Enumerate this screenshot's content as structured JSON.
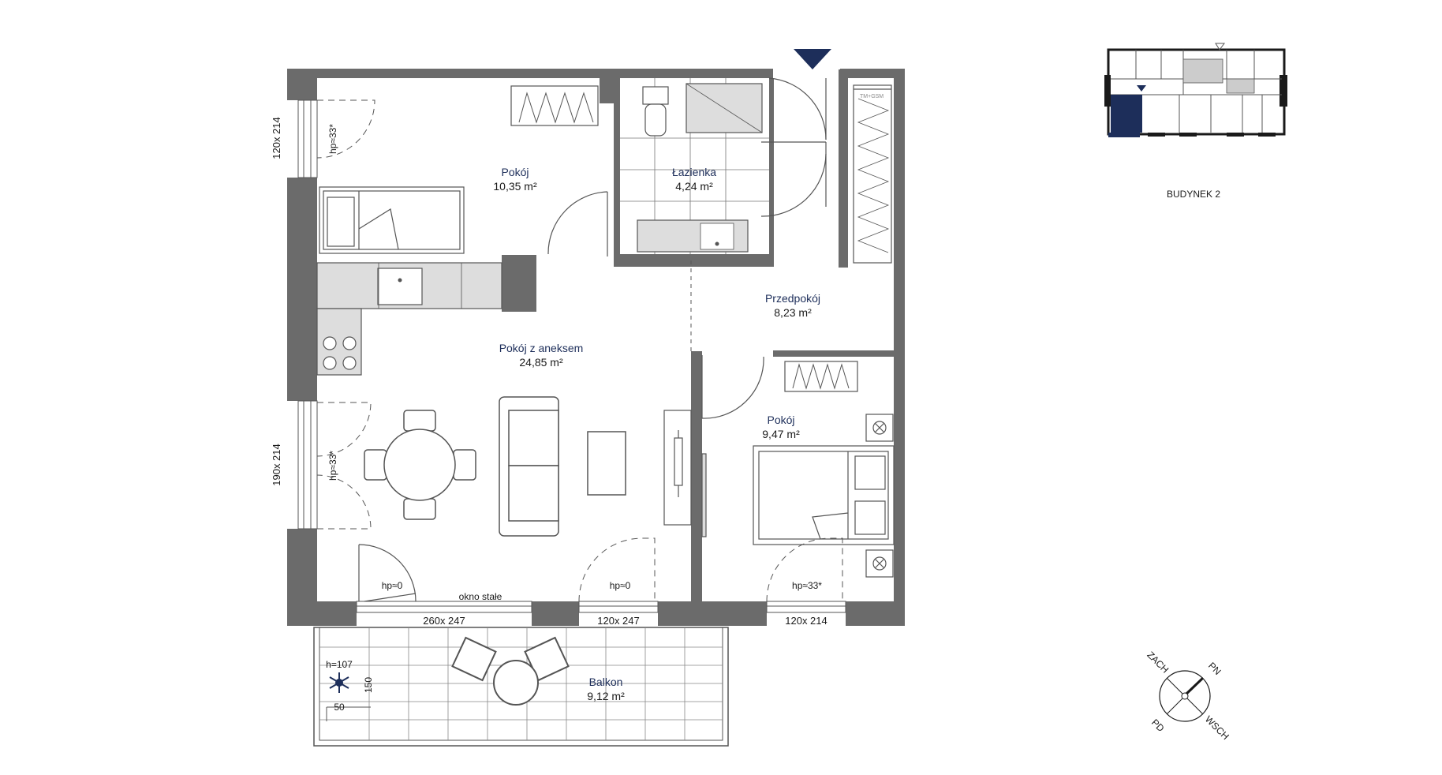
{
  "colors": {
    "wall": "#6b6b6b",
    "marker": "#1d2e5a",
    "room_label": "#1d2e5a",
    "furniture": "#555555",
    "highlight": "#1d2e5a"
  },
  "rooms": {
    "pokoj1": {
      "name": "Pokój",
      "area": "10,35 m²"
    },
    "lazienka": {
      "name": "Łazienka",
      "area": "4,24 m²"
    },
    "przedpokoj": {
      "name": "Przedpokój",
      "area": "8,23 m²"
    },
    "aneks": {
      "name": "Pokój z aneksem",
      "area": "24,85 m²"
    },
    "pokoj2": {
      "name": "Pokój",
      "area": "9,47 m²"
    },
    "balkon": {
      "name": "Balkon",
      "area": "9,12 m²"
    }
  },
  "window_dims": {
    "left_top": "120x 214",
    "left_bottom": "190x 214",
    "bottom_1": "260x 247",
    "bottom_2": "120x 247",
    "bottom_3": "120x 214"
  },
  "sill_heights": {
    "left_top": "hp≈33*",
    "left_bottom": "hp≈33*",
    "bottom_1": "hp≈0",
    "bottom_2": "hp≈0",
    "bottom_3": "hp≈33*"
  },
  "fixed_window_label": "okno stałe",
  "balcony": {
    "height": "h=107",
    "dim_150": "150",
    "dim_50": "50"
  },
  "wardrobe_tag": "TM+GSM",
  "building_label": "BUDYNEK 2",
  "compass": {
    "nw": "ZACH",
    "ne": "PN",
    "sw": "PD",
    "se": "WSCH"
  },
  "icons": {
    "entrance": "entrance-triangle-icon",
    "ac": "snowflake-icon",
    "compass": "compass-rose-icon",
    "vent": "vent-icon"
  }
}
